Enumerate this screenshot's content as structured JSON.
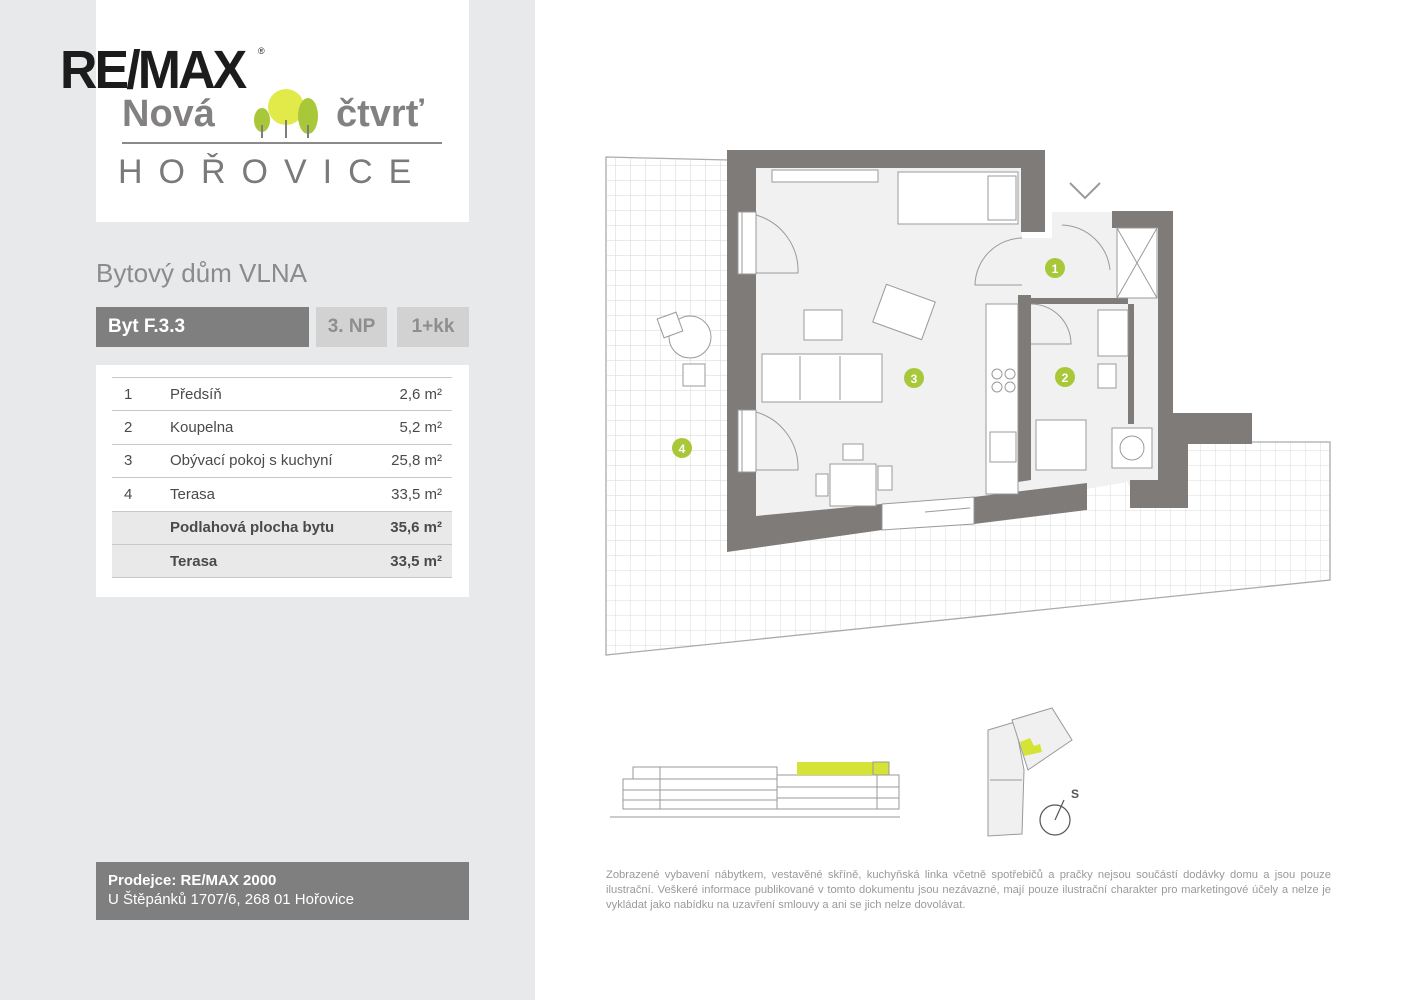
{
  "brand": {
    "remax": "RE/MAX",
    "project_word1": "Nová",
    "project_word2": "čtvrť",
    "town": "HOŘOVICE"
  },
  "building_title": "Bytový dům VLNA",
  "unit": {
    "name": "Byt F.3.3",
    "floor": "3. NP",
    "layout": "1+kk"
  },
  "rooms": [
    {
      "num": "1",
      "name": "Předsíň",
      "area": "2,6 m²"
    },
    {
      "num": "2",
      "name": "Koupelna",
      "area": "5,2 m²"
    },
    {
      "num": "3",
      "name": "Obývací pokoj s kuchyní",
      "area": "25,8 m²"
    },
    {
      "num": "4",
      "name": "Terasa",
      "area": "33,5 m²"
    }
  ],
  "totals": [
    {
      "name": "Podlahová plocha bytu",
      "area": "35,6 m²"
    },
    {
      "name": "Terasa",
      "area": "33,5 m²"
    }
  ],
  "plan_markers": [
    "1",
    "2",
    "3",
    "4"
  ],
  "compass_label": "S",
  "seller": {
    "label": "Prodejce: RE/MAX 2000",
    "address": "U Štěpánků 1707/6, 268 01 Hořovice"
  },
  "disclaimer": "Zobrazené vybavení nábytkem, vestavěné skříně, kuchyňská linka včetně spotřebičů a pračky nejsou součástí dodávky domu a jsou pouze ilustrační. Veškeré informace publikované v tomto dokumentu jsou nezávazné, mají pouze ilustrační charakter pro marketingové účely a nelze je vykládat jako nabídku na uzavření smlouvy a ani se jich nelze dovolávat.",
  "colors": {
    "accent_green": "#a8c83a",
    "wall_grey": "#7f7b78",
    "panel_grey": "#e8e9ea",
    "tag_dark": "#7f7f7f"
  }
}
